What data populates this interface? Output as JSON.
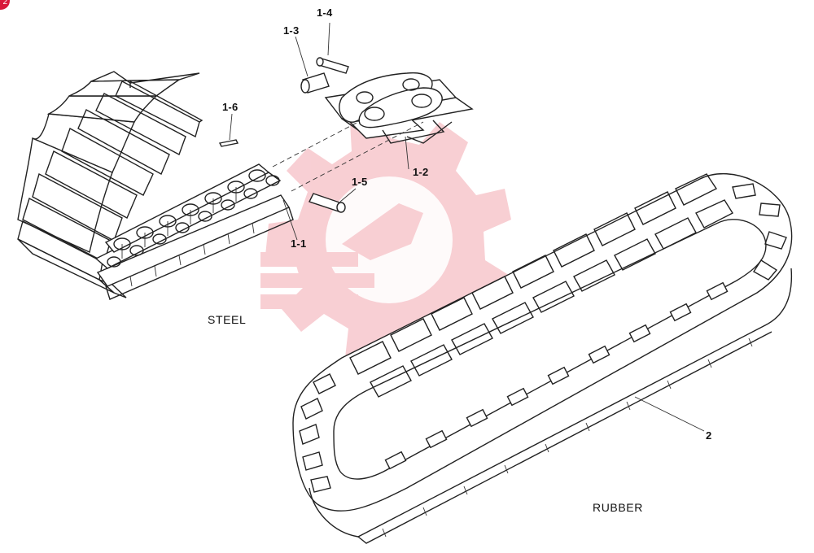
{
  "badge": "2",
  "labels": {
    "p1_1": "1-1",
    "p1_2": "1-2",
    "p1_3": "1-3",
    "p1_4": "1-4",
    "p1_5": "1-5",
    "p1_6": "1-6",
    "p2": "2"
  },
  "captions": {
    "steel": "STEEL",
    "rubber": "RUBBER"
  },
  "colors": {
    "watermark": "#f3a8b0",
    "badge": "#d8193a"
  }
}
